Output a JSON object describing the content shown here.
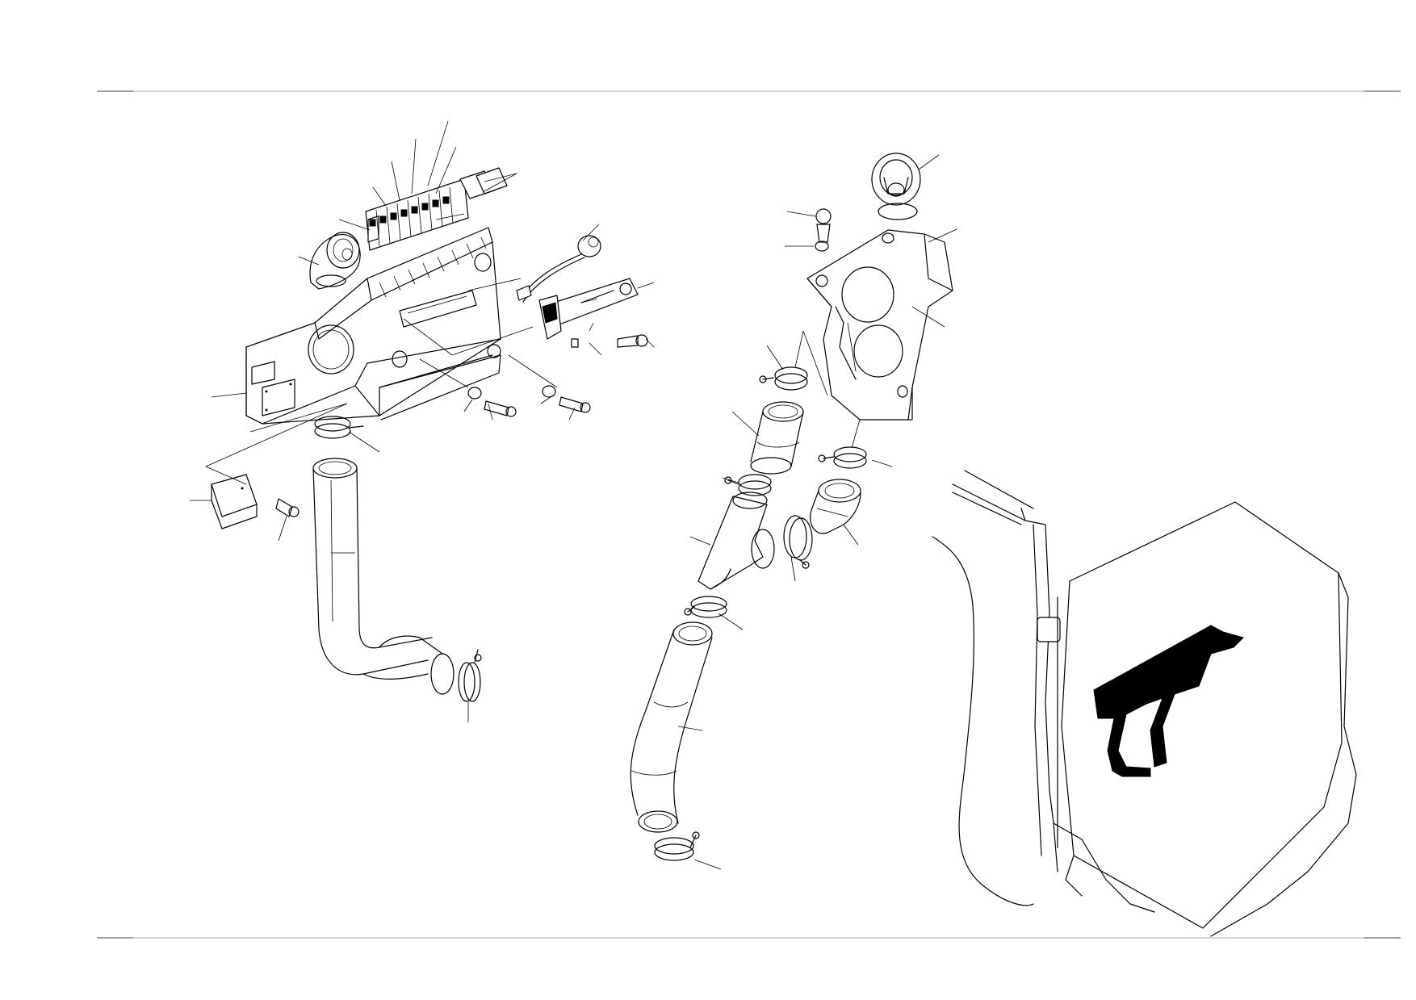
{
  "drawing": {
    "colors": {
      "line": "#000000",
      "background": "#ffffff",
      "frame": "#bbbbbb"
    },
    "assemblies": [
      "left-ventilation-duct-assembly",
      "right-ventilation-duct-assembly",
      "cab-location-key-view"
    ]
  }
}
